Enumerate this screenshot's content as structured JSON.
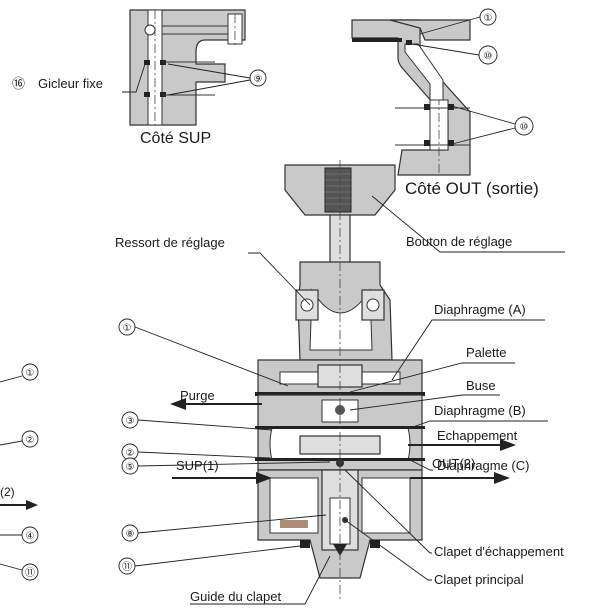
{
  "labels": {
    "gicleur": "Gicleur fixe",
    "cote_sup": "Côté SUP",
    "cote_out": "Côté OUT (sortie)",
    "ressort": "Ressort de réglage",
    "bouton": "Bouton de réglage",
    "diaphragme_a": "Diaphragme (A)",
    "palette": "Palette",
    "purge": "Purge",
    "buse": "Buse",
    "diaphragme_b": "Diaphragme (B)",
    "echappement": "Echappement",
    "diaphragme_c": "Diaphragme (C)",
    "sup": "SUP(1)",
    "out": "OUT(2)",
    "clapet_echappement": "Clapet d'échappement",
    "clapet_principal": "Clapet principal",
    "guide": "Guide du clapet",
    "left_partial": "(2)"
  },
  "numbers": {
    "n1": "①",
    "n2": "②",
    "n3": "③",
    "n4": "④",
    "n5": "⑤",
    "n8": "⑧",
    "n9": "⑨",
    "n10": "⑩",
    "n11": "⑪",
    "n16": "⑯"
  }
}
